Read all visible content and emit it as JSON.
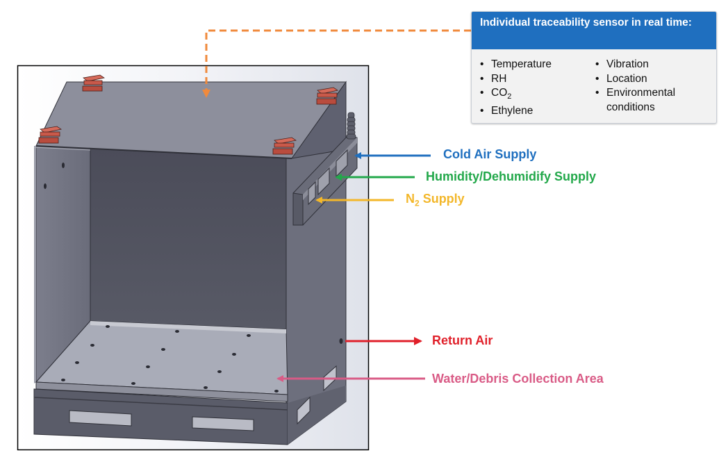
{
  "sensor_box": {
    "title": "Individual traceability sensor in real time:",
    "left_items": [
      "Temperature",
      "RH",
      "CO",
      "Ethylene"
    ],
    "co2_subscript": "2",
    "right_items": [
      "Vibration",
      "Location",
      "Environmental"
    ],
    "right_continuation": "conditions"
  },
  "labels": {
    "cold_air": "Cold Air Supply",
    "humidity": "Humidity/Dehumidify Supply",
    "n2_main": "N",
    "n2_sub": "2",
    "n2_rest": " Supply",
    "return_air": "Return Air",
    "water": "Water/Debris Collection Area"
  },
  "colors": {
    "header_blue": "#1f6fbf",
    "cold_air": "#1f6fbf",
    "humidity": "#22a84a",
    "n2": "#f3b72a",
    "return_air": "#e0202a",
    "water": "#d95b86",
    "sensor_connector": "#f08a3c"
  }
}
